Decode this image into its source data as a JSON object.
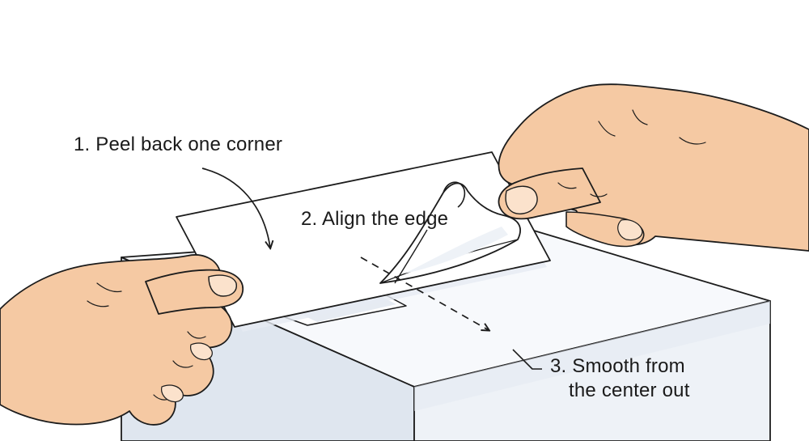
{
  "steps": [
    {
      "number": 1,
      "text": "1. Peel back one corner"
    },
    {
      "number": 2,
      "text": "2. Align the edge"
    },
    {
      "number": 3,
      "line1": "3. Smooth from",
      "line2": "the center out"
    }
  ],
  "colors": {
    "skin": "#f5c9a3",
    "skin_shadow": "#e3a783",
    "outline": "#1c1c1c",
    "box_face": "#dfe6ef",
    "box_side": "#eef2f7",
    "box_top": "#f7f9fc",
    "paper": "#ffffff",
    "paper_shadow": "#e6ebf2"
  },
  "icons": {
    "step_1_arrow": "curved-arrow-icon",
    "step_2_arrow": "dashed-arrow-icon",
    "step_3_leader": "leader-line-icon"
  }
}
